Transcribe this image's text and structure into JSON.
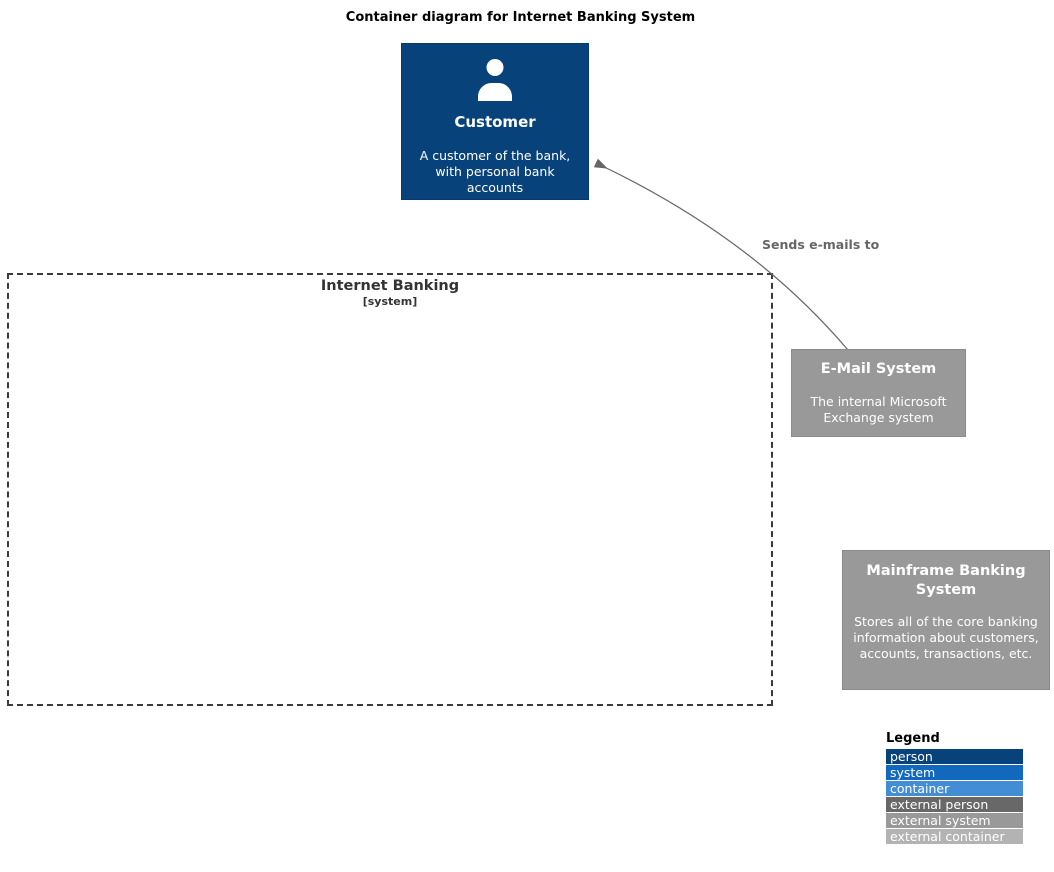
{
  "title": "Container diagram for Internet Banking System",
  "nodes": {
    "customer": {
      "title": "Customer",
      "description": "A customer of the bank, with personal bank accounts",
      "color": "#08427B",
      "icon": "person-icon"
    },
    "email_system": {
      "title": "E-Mail System",
      "description": "The internal Microsoft Exchange system",
      "color": "#999999"
    },
    "mainframe": {
      "title": "Mainframe Banking System",
      "description": "Stores all of the core banking information about customers, accounts, transactions, etc.",
      "color": "#999999"
    }
  },
  "boundary": {
    "title": "Internet Banking",
    "subtitle": "[system]"
  },
  "relationship": {
    "label": "Sends e-mails to",
    "from": "E-Mail System",
    "to": "Customer",
    "color": "#666666"
  },
  "legend": {
    "title": "Legend",
    "items": [
      {
        "label": "person",
        "color": "#08427B"
      },
      {
        "label": "system",
        "color": "#1168BD"
      },
      {
        "label": "container",
        "color": "#438DD5"
      },
      {
        "label": "external person",
        "color": "#686868"
      },
      {
        "label": "external system",
        "color": "#999999"
      },
      {
        "label": "external container",
        "color": "#B3B3B3"
      }
    ]
  }
}
